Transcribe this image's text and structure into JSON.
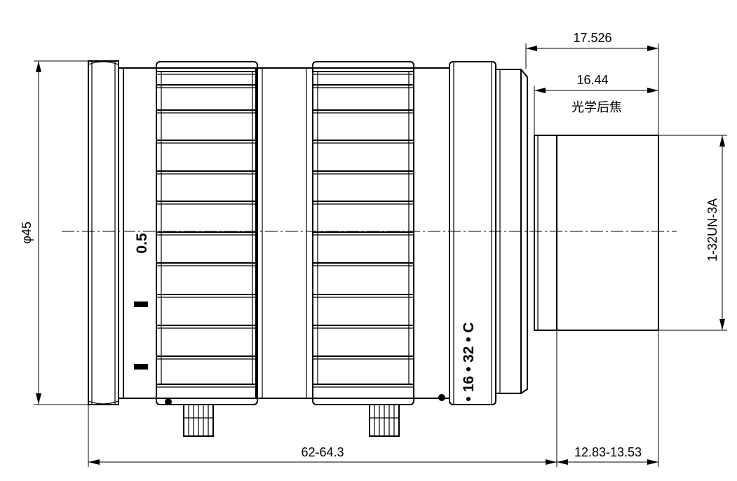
{
  "dimensions": {
    "flange_width": "17.526",
    "back_focal": "16.44",
    "back_focal_caption": "光学后焦",
    "diameter": "φ45",
    "thread": "1-32UN-3A",
    "total_length": "62-64.3",
    "mount_length": "12.83-13.53"
  },
  "ring_markings": {
    "focus_value": "0.5",
    "aperture_scale": "• 16 • 32 • C"
  }
}
